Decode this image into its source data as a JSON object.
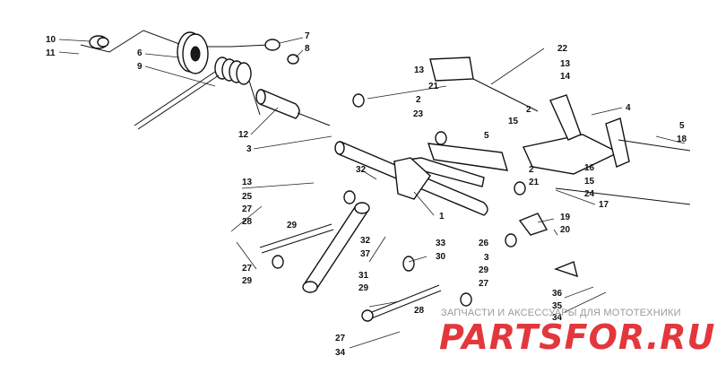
{
  "diagram": {
    "callouts": [
      {
        "id": "c10",
        "label": "10"
      },
      {
        "id": "c11",
        "label": "11"
      },
      {
        "id": "c6",
        "label": "6"
      },
      {
        "id": "c9",
        "label": "9"
      },
      {
        "id": "c7",
        "label": "7"
      },
      {
        "id": "c8",
        "label": "8"
      },
      {
        "id": "c12",
        "label": "12"
      },
      {
        "id": "c3a",
        "label": "3"
      },
      {
        "id": "c13a",
        "label": "13"
      },
      {
        "id": "c21a",
        "label": "21"
      },
      {
        "id": "c22",
        "label": "22"
      },
      {
        "id": "c13b",
        "label": "13"
      },
      {
        "id": "c14",
        "label": "14"
      },
      {
        "id": "c2a",
        "label": "2"
      },
      {
        "id": "c23",
        "label": "23"
      },
      {
        "id": "c2b",
        "label": "2"
      },
      {
        "id": "c15a",
        "label": "15"
      },
      {
        "id": "c5a",
        "label": "5"
      },
      {
        "id": "c4",
        "label": "4"
      },
      {
        "id": "c5b",
        "label": "5"
      },
      {
        "id": "c18",
        "label": "18"
      },
      {
        "id": "c16",
        "label": "16"
      },
      {
        "id": "c15b",
        "label": "15"
      },
      {
        "id": "c24",
        "label": "24"
      },
      {
        "id": "c17",
        "label": "17"
      },
      {
        "id": "c2c",
        "label": "2"
      },
      {
        "id": "c21b",
        "label": "21"
      },
      {
        "id": "c32a",
        "label": "32"
      },
      {
        "id": "c13c",
        "label": "13"
      },
      {
        "id": "c25",
        "label": "25"
      },
      {
        "id": "c27a",
        "label": "27"
      },
      {
        "id": "c28a",
        "label": "28"
      },
      {
        "id": "c29a",
        "label": "29"
      },
      {
        "id": "c1",
        "label": "1"
      },
      {
        "id": "c19",
        "label": "19"
      },
      {
        "id": "c20",
        "label": "20"
      },
      {
        "id": "c32b",
        "label": "32"
      },
      {
        "id": "c37",
        "label": "37"
      },
      {
        "id": "c33",
        "label": "33"
      },
      {
        "id": "c26",
        "label": "26"
      },
      {
        "id": "c3b",
        "label": "3"
      },
      {
        "id": "c30",
        "label": "30"
      },
      {
        "id": "c27b",
        "label": "27"
      },
      {
        "id": "c29b",
        "label": "29"
      },
      {
        "id": "c31",
        "label": "31"
      },
      {
        "id": "c29c",
        "label": "29"
      },
      {
        "id": "c29d",
        "label": "29"
      },
      {
        "id": "c27c",
        "label": "27"
      },
      {
        "id": "c36",
        "label": "36"
      },
      {
        "id": "c35",
        "label": "35"
      },
      {
        "id": "c34a",
        "label": "34"
      },
      {
        "id": "c28b",
        "label": "28"
      },
      {
        "id": "c27d",
        "label": "27"
      },
      {
        "id": "c34b",
        "label": "34"
      }
    ]
  },
  "watermark": {
    "caption": "ЗАПЧАСТИ И АКСЕССУАРЫ ДЛЯ МОТОТЕХНИКИ",
    "logo": "PARTSFOR.RU",
    "color": "#e2373c"
  }
}
